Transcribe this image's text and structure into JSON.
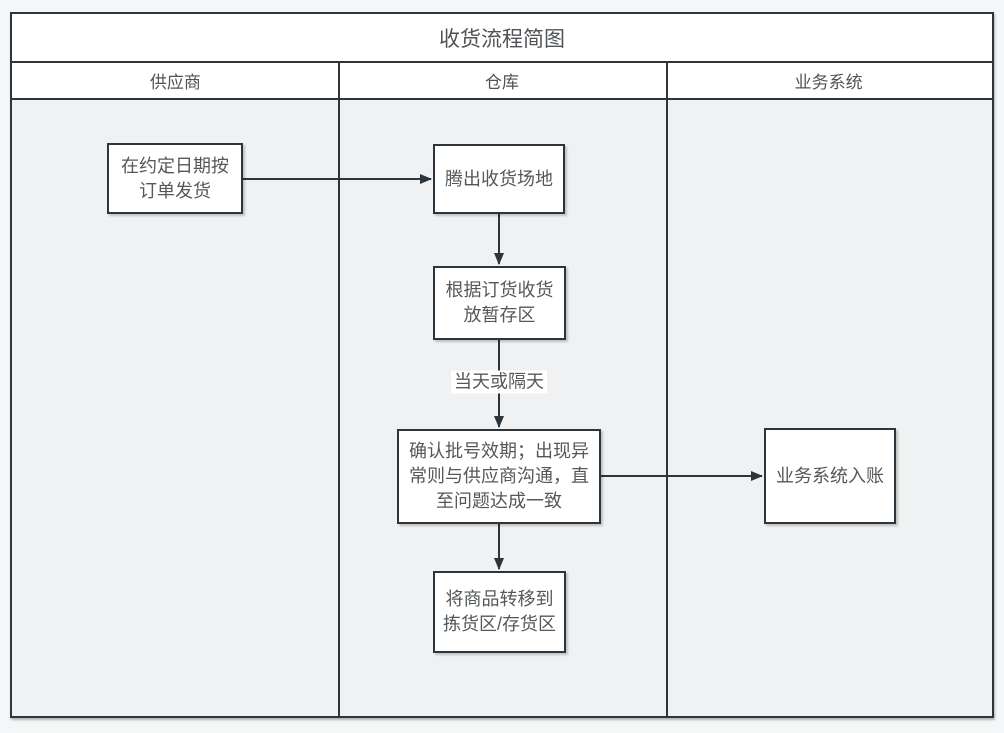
{
  "diagram": {
    "title": "收货流程简图",
    "lanes": [
      {
        "label": "供应商"
      },
      {
        "label": "仓库"
      },
      {
        "label": "业务系统"
      }
    ],
    "nodes": [
      {
        "id": "supplier-ship",
        "lane": "供应商",
        "label": "在约定日期按订单发货"
      },
      {
        "id": "clear-receiving-area",
        "lane": "仓库",
        "label": "腾出收货场地"
      },
      {
        "id": "receive-to-staging",
        "lane": "仓库",
        "label": "根据订货收货放暂存区"
      },
      {
        "id": "confirm-batch-expiry",
        "lane": "仓库",
        "label": "确认批号效期；出现异常则与供应商沟通，直至问题达成一致"
      },
      {
        "id": "move-to-picking-storage",
        "lane": "仓库",
        "label": "将商品转移到拣货区/存货区"
      },
      {
        "id": "business-system-entry",
        "lane": "业务系统",
        "label": "业务系统入账"
      }
    ],
    "edge_labels": [
      {
        "label": "当天或隔天"
      }
    ],
    "colors": {
      "stroke": "#2d353c",
      "node_fill": "#ffffff",
      "band_fill": "#ffffff",
      "lane_body_fill": "#f0f1f2",
      "page_bg": "#f5f6f7",
      "text": "#54585a"
    }
  }
}
